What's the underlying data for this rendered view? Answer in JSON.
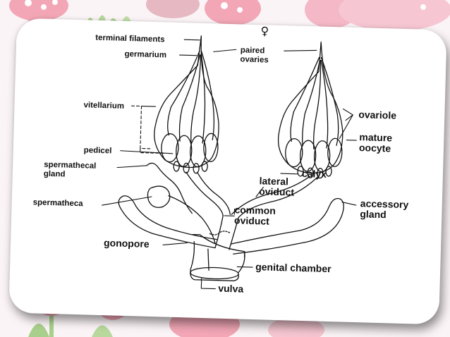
{
  "slide": {
    "colors": {
      "background": "#fbf4f6",
      "card": "#ffffff",
      "decor_pink": "#f2a6b6",
      "decor_green": "#a9cf8c",
      "ink": "#111111"
    }
  },
  "diagram": {
    "symbol": "♀",
    "labels": {
      "terminal_filaments": "terminal filaments",
      "germarium": "germarium",
      "paired_ovaries_1": "paired",
      "paired_ovaries_2": "ovaries",
      "vitellarium": "vitellarium",
      "ovariole": "ovariole",
      "mature_oocyte_1": "mature",
      "mature_oocyte_2": "oocyte",
      "pedicel": "pedicel",
      "spermathecal_gland_1": "spermathecal",
      "spermathecal_gland_2": "gland",
      "calyx": "calyx",
      "lateral_oviduct_1": "lateral",
      "lateral_oviduct_2": "oviduct",
      "accessory_gland_1": "accessory",
      "accessory_gland_2": "gland",
      "spermatheca": "spermatheca",
      "common_oviduct_1": "common",
      "common_oviduct_2": "oviduct",
      "gonopore": "gonopore",
      "genital_chamber": "genital chamber",
      "vulva": "vulva"
    }
  }
}
